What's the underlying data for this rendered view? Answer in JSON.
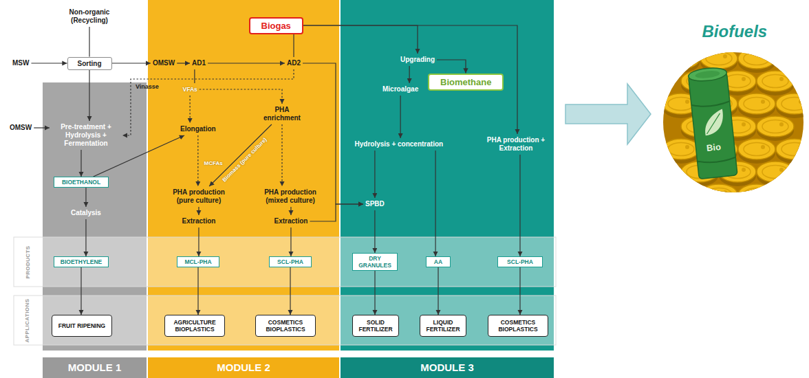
{
  "diagram": {
    "nodes": [
      {
        "text": [
          "Non-organic (Recycling)"
        ]
      },
      {
        "text": [
          "MSW"
        ]
      },
      {
        "text": [
          "Sorting"
        ]
      },
      {
        "text": [
          "OMSW"
        ]
      },
      {
        "text": [
          "MODULE 1"
        ]
      },
      {
        "text": [
          "Pre-treatment + Hydrolysis + Fermentation"
        ],
        "in": 4
      },
      {
        "text": [
          "BIOETHANOL"
        ],
        "in": 4
      },
      {
        "text": [
          "Catalysis"
        ],
        "in": 4
      },
      {
        "text": [
          "BIOETHYLENE"
        ],
        "in": 4
      },
      {
        "text": [
          "FRUIT RIPENING"
        ],
        "in": 4
      },
      {
        "text": [
          "MODULE 2"
        ]
      },
      {
        "text": [
          "Biogas"
        ],
        "in": 10
      },
      {
        "text": [
          "OMSW"
        ],
        "in": 10
      },
      {
        "text": [
          "AD1"
        ],
        "in": 10
      },
      {
        "text": [
          "AD2"
        ],
        "in": 10
      },
      {
        "text": [
          "VFAs"
        ],
        "in": 10
      },
      {
        "text": [
          "Elongation"
        ],
        "in": 10
      },
      {
        "text": [
          "PHA enrichment"
        ],
        "in": 10
      },
      {
        "text": [
          "PHA production (pure culture)"
        ],
        "in": 10
      },
      {
        "text": [
          "PHA production (mixed culture)"
        ],
        "in": 10
      },
      {
        "text": [
          "Extraction"
        ],
        "in": 10
      },
      {
        "text": [
          "Extraction"
        ],
        "in": 10
      },
      {
        "text": [
          "MCL-PHA"
        ],
        "in": 10
      },
      {
        "text": [
          "SCL-PHA"
        ],
        "in": 10
      },
      {
        "text": [
          "AGRICULTURE BIOPLASTICS"
        ],
        "in": 10
      },
      {
        "text": [
          "COSMETICS BIOPLASTICS"
        ],
        "in": 10
      },
      {
        "text": [
          "MODULE 3"
        ]
      },
      {
        "text": [
          "Upgrading"
        ],
        "in": 26
      },
      {
        "text": [
          "Biomethane"
        ],
        "in": 26
      },
      {
        "text": [
          "Microalgae"
        ],
        "in": 26
      },
      {
        "text": [
          "Hydrolysis + concentration"
        ],
        "in": 26
      },
      {
        "text": [
          "PHA production + Extraction"
        ],
        "in": 26
      },
      {
        "text": [
          "SPBD"
        ],
        "in": 26
      },
      {
        "text": [
          "DRY GRANULES"
        ],
        "in": 26
      },
      {
        "text": [
          "AA"
        ],
        "in": 26
      },
      {
        "text": [
          "SCL-PHA"
        ],
        "in": 26
      },
      {
        "text": [
          "SOLID FERTILIZER"
        ],
        "in": 26
      },
      {
        "text": [
          "LIQUID FERTILIZER"
        ],
        "in": 26
      },
      {
        "text": [
          "COSMETICS BIOPLASTICS"
        ],
        "in": 26
      }
    ],
    "edges": [
      {
        "from": 2,
        "to": 0,
        "arrow": "none"
      },
      {
        "from": 1,
        "to": 2,
        "arrow": "to"
      },
      {
        "from": 2,
        "to": 12,
        "arrow": "to"
      },
      {
        "from": 2,
        "to": 5,
        "arrow": "to"
      },
      {
        "from": 3,
        "to": 5,
        "arrow": "to"
      },
      {
        "from": 12,
        "to": 13,
        "arrow": "to"
      },
      {
        "from": 13,
        "to": 14,
        "arrow": "to"
      },
      {
        "from": 14,
        "to": 11,
        "arrow": "none"
      },
      {
        "from": 14,
        "to": 5,
        "label": "Vinasse",
        "arrow": "to"
      },
      {
        "from": 13,
        "to": 15,
        "arrow": "none"
      },
      {
        "from": 15,
        "to": 16,
        "arrow": "to"
      },
      {
        "from": 15,
        "to": 17,
        "arrow": "to"
      },
      {
        "from": 16,
        "to": 18,
        "label": "MCFAs",
        "arrow": "to"
      },
      {
        "from": 17,
        "to": 18,
        "label": "Biomass (pure culture)",
        "arrow": "to"
      },
      {
        "from": 17,
        "to": 19,
        "arrow": "to"
      },
      {
        "from": 6,
        "to": 16,
        "arrow": "to"
      },
      {
        "from": 18,
        "to": 20,
        "arrow": "to"
      },
      {
        "from": 19,
        "to": 21,
        "arrow": "to"
      },
      {
        "from": 20,
        "to": 22,
        "arrow": "to"
      },
      {
        "from": 21,
        "to": 23,
        "arrow": "to"
      },
      {
        "from": 22,
        "to": 24,
        "arrow": "to"
      },
      {
        "from": 23,
        "to": 25,
        "arrow": "to"
      },
      {
        "from": 14,
        "to": 32,
        "arrow": "to"
      },
      {
        "from": 21,
        "to": 32,
        "arrow": "to"
      },
      {
        "from": 5,
        "to": 6,
        "arrow": "to"
      },
      {
        "from": 6,
        "to": 7,
        "arrow": "to"
      },
      {
        "from": 7,
        "to": 8,
        "arrow": "to"
      },
      {
        "from": 8,
        "to": 9,
        "arrow": "to"
      },
      {
        "from": 11,
        "to": 27,
        "arrow": "to"
      },
      {
        "from": 27,
        "to": 28,
        "arrow": "to"
      },
      {
        "from": 27,
        "to": 29,
        "arrow": "to"
      },
      {
        "from": 11,
        "to": 31,
        "arrow": "to"
      },
      {
        "from": 29,
        "to": 30,
        "arrow": "to"
      },
      {
        "from": 30,
        "to": 32,
        "arrow": "to"
      },
      {
        "from": 32,
        "to": 33,
        "arrow": "to"
      },
      {
        "from": 30,
        "to": 34,
        "arrow": "to"
      },
      {
        "from": 31,
        "to": 35,
        "arrow": "to"
      },
      {
        "from": 33,
        "to": 36,
        "arrow": "to"
      },
      {
        "from": 34,
        "to": 37,
        "arrow": "to"
      },
      {
        "from": 35,
        "to": 38,
        "arrow": "to"
      }
    ],
    "labels": [
      "PRODUCTS",
      "APPLICATIONS",
      "Biofuels",
      "Bio"
    ]
  }
}
